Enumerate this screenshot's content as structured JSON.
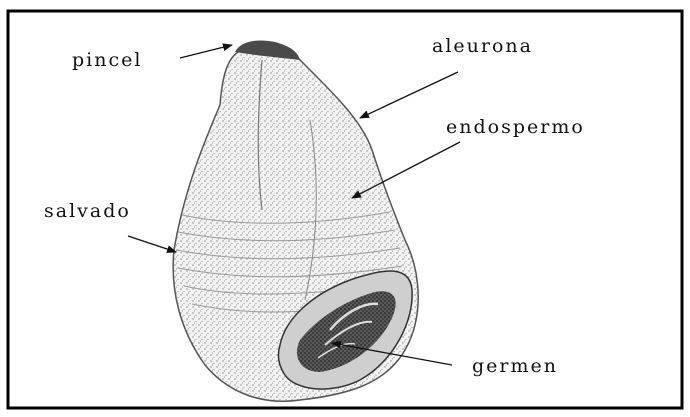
{
  "labels": {
    "pincel": "pincel",
    "aleurona": "aleurona",
    "endospermo": "endospermo",
    "salvado": "salvado",
    "germen": "germen"
  },
  "colors": {
    "frame": "#000000",
    "ink": "#111111",
    "grain_fill": "#e9e9e9",
    "shading": "#8a8a8a",
    "germ_dark": "#1a1a1a"
  }
}
